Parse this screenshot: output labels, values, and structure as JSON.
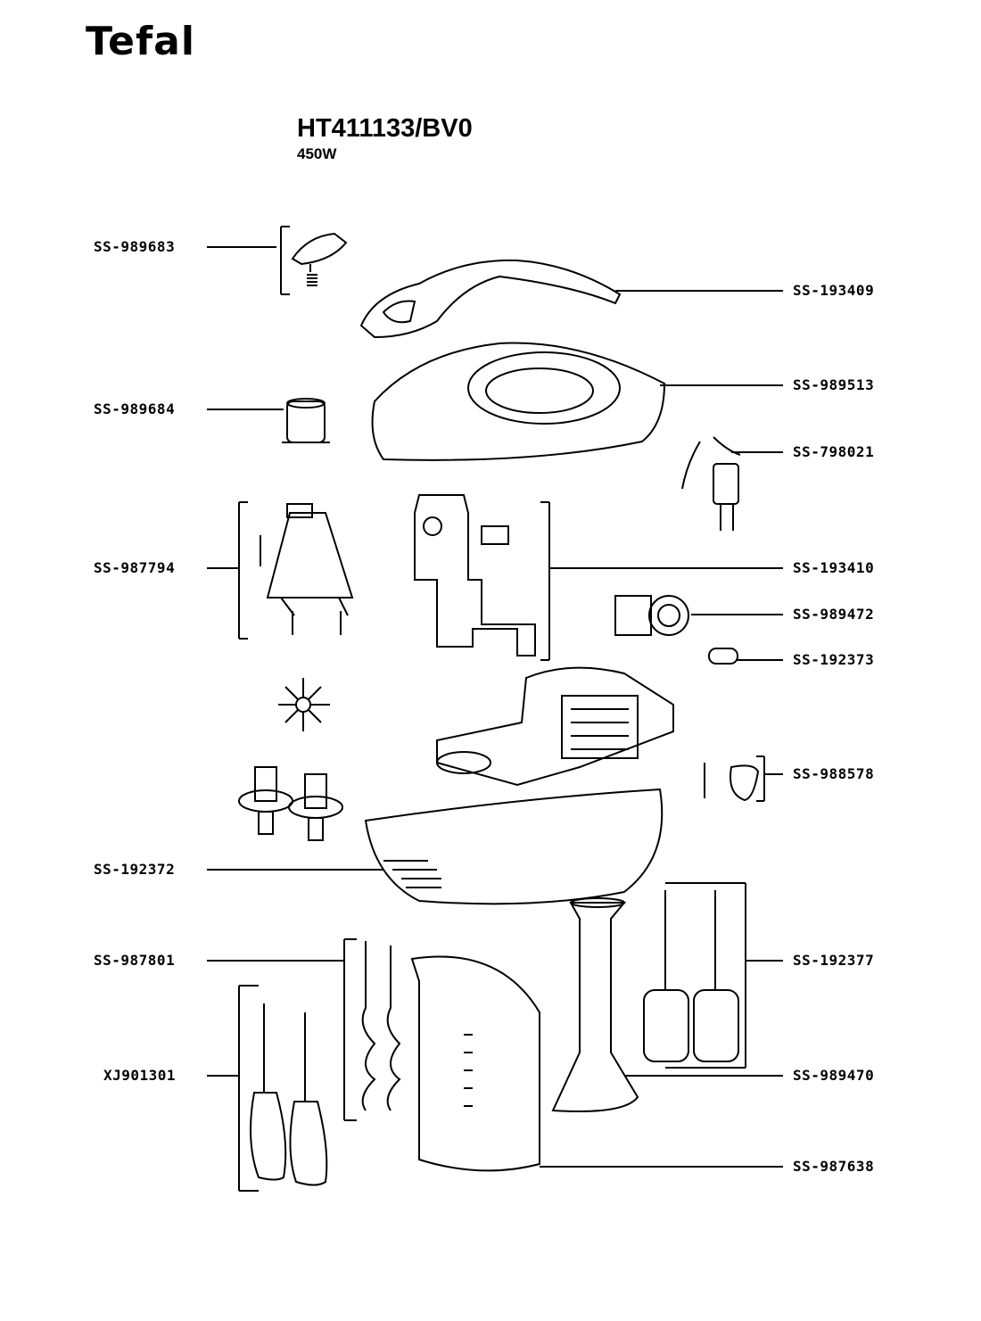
{
  "brand": "Tefal",
  "model": "HT411133/BV0",
  "power": "450W",
  "parts_left": [
    {
      "ref": "SS-989683",
      "part": "button"
    },
    {
      "ref": "SS-989684",
      "part": "bushing"
    },
    {
      "ref": "SS-987794",
      "part": "ejector"
    },
    {
      "ref": "SS-192372",
      "part": "bottom-housing"
    },
    {
      "ref": "SS-987801",
      "part": "dough-hooks"
    },
    {
      "ref": "XJ901301",
      "part": "beaters"
    }
  ],
  "parts_right": [
    {
      "ref": "SS-193409",
      "part": "handle"
    },
    {
      "ref": "SS-989513",
      "part": "top-housing"
    },
    {
      "ref": "SS-798021",
      "part": "power-cord"
    },
    {
      "ref": "SS-193410",
      "part": "switch-board"
    },
    {
      "ref": "SS-989472",
      "part": "motor-support"
    },
    {
      "ref": "SS-192373",
      "part": "cord-guard"
    },
    {
      "ref": "SS-988578",
      "part": "spring-cover"
    },
    {
      "ref": "SS-192377",
      "part": "whisks"
    },
    {
      "ref": "SS-989470",
      "part": "blender-foot"
    },
    {
      "ref": "SS-987638",
      "part": "beaker"
    }
  ]
}
